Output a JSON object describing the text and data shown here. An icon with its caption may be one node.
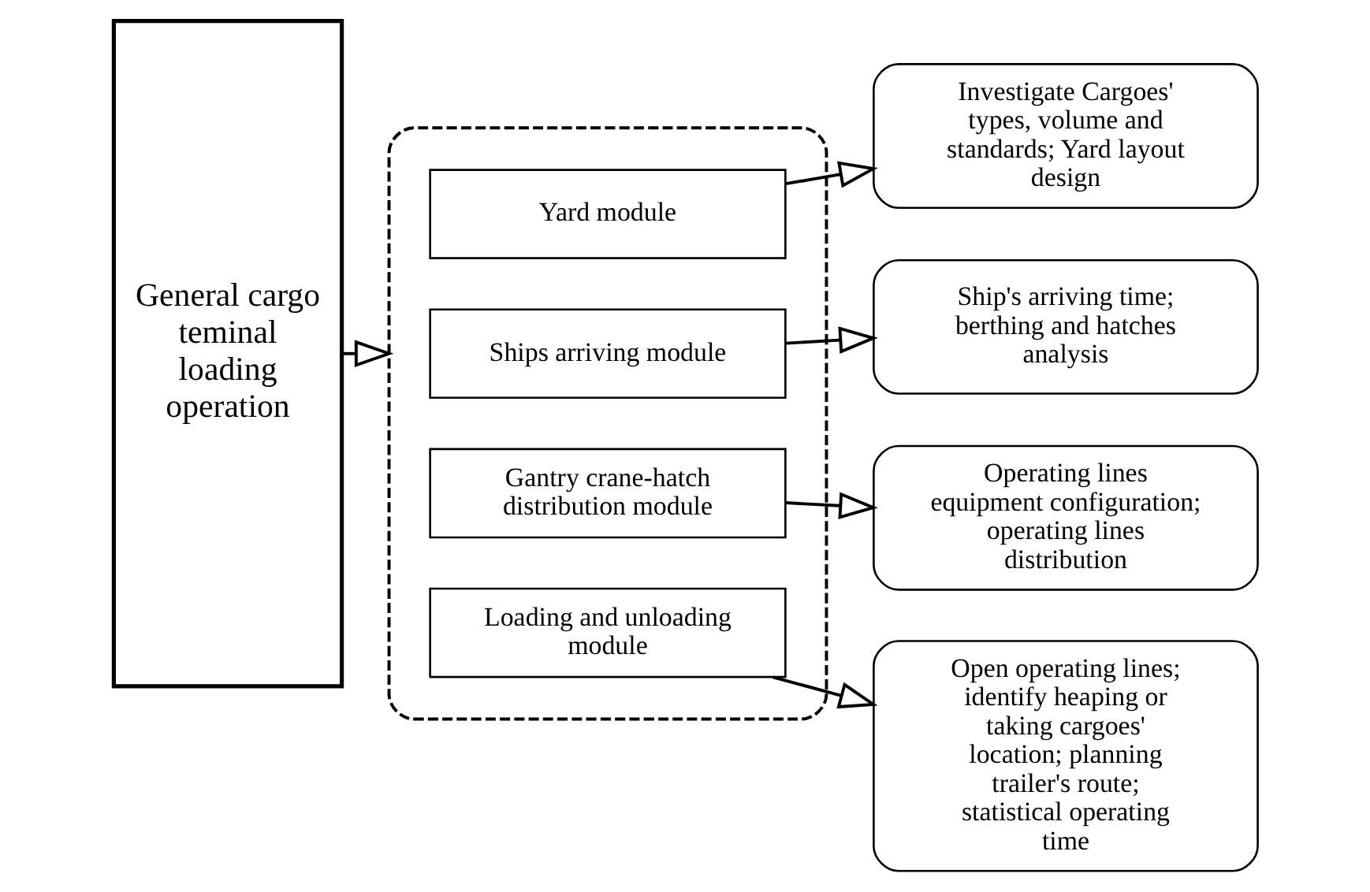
{
  "diagram": {
    "nodes": [
      {
        "text": [
          "General cargo teminal loading operation"
        ]
      },
      {
        "text": [],
        "shape": "box"
      },
      {
        "text": [
          "Yard module"
        ],
        "in": 1
      },
      {
        "text": [
          "Ships arriving module"
        ],
        "in": 1
      },
      {
        "text": [
          "Gantry crane-hatch distribution module"
        ],
        "in": 1
      },
      {
        "text": [
          "Loading and unloading module"
        ],
        "in": 1
      },
      {
        "text": [
          "Investigate Cargoes' types, volume and standards; Yard layout design"
        ]
      },
      {
        "text": [
          "Ship's arriving time; berthing and hatches analysis"
        ]
      },
      {
        "text": [
          "Operating lines equipment configuration; operating lines distribution"
        ]
      },
      {
        "text": [
          "Open operating lines; identify heaping or taking cargoes' location; planning trailer's route; statistical operating time"
        ]
      }
    ],
    "edges": [
      {
        "from": 0,
        "to": 1,
        "arrow": "to"
      },
      {
        "from": 2,
        "to": 6,
        "arrow": "to"
      },
      {
        "from": 3,
        "to": 7,
        "arrow": "to"
      },
      {
        "from": 4,
        "to": 8,
        "arrow": "to"
      },
      {
        "from": 5,
        "to": 9,
        "arrow": "to"
      }
    ]
  }
}
